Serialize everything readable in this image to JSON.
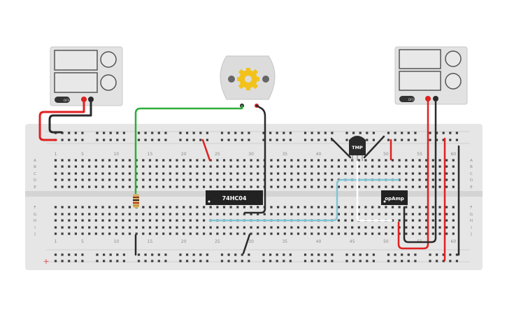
{
  "colors": {
    "background": "#ffffff",
    "breadboard": "#e6e6e6",
    "hole": "#3a3a3a",
    "wire_red": "#e02020",
    "wire_black": "#2a2a2a",
    "wire_green": "#2fae3a",
    "wire_blue": "#7fc6d6",
    "wire_white": "#ffffff",
    "chip": "#222222",
    "rail_minus_label": "#888888",
    "rail_plus_label": "#e05050",
    "motor_gear": "#f2c21b"
  },
  "breadboard": {
    "column_numbers_top": [
      "1",
      "5",
      "10",
      "15",
      "20",
      "25",
      "30",
      "35",
      "40",
      "45",
      "50",
      "55",
      "60"
    ],
    "column_numbers_bottom": [
      "1",
      "5",
      "10",
      "15",
      "20",
      "25",
      "30",
      "35",
      "40",
      "45",
      "50",
      "55",
      "60"
    ],
    "row_letters_upper": [
      "A",
      "B",
      "C",
      "D",
      "E"
    ],
    "row_letters_lower": [
      "F",
      "G",
      "H",
      "I",
      "J"
    ],
    "rail_plus_symbol": "+"
  },
  "components": {
    "power_supply_left": {
      "button_label": "OFF"
    },
    "power_supply_right": {
      "button_label": "OFF"
    },
    "dc_motor": {
      "icon": "gear-icon"
    },
    "chip_inverter": {
      "label": "74HC04"
    },
    "chip_opamp": {
      "label": "opAmp"
    },
    "temp_sensor": {
      "label": "TMP"
    },
    "resistor": {
      "icon": "resistor-icon"
    }
  }
}
